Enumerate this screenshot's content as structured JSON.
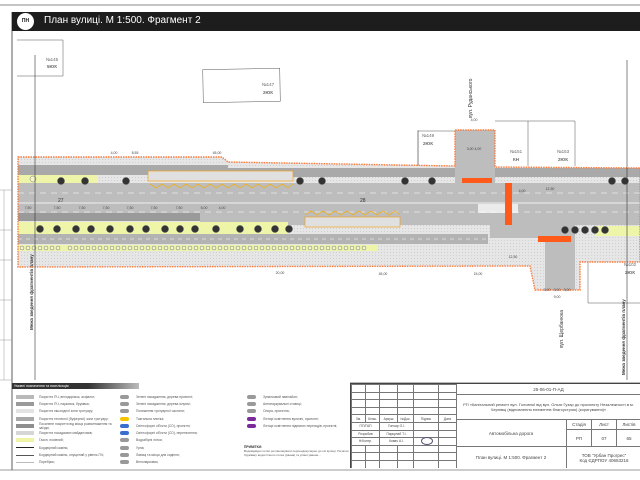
{
  "header": {
    "title": "План вулиці. М 1:500. Фрагмент 2",
    "logo": "ПН"
  },
  "buildings": [
    {
      "num": "№145",
      "type": "5ЮК"
    },
    {
      "num": "№147",
      "type": "2ЮК"
    },
    {
      "num": "№149",
      "type": "2ЮК"
    },
    {
      "num": "№151",
      "type": "КН"
    },
    {
      "num": "№153",
      "type": "2ЮК"
    },
    {
      "num": "№102",
      "type": "2ЮК"
    }
  ],
  "streets": {
    "north": "вул. Руданського",
    "south": "вул. Щербанюка"
  },
  "boundary_label": "Межа зведення фрагментів плану",
  "pickets": [
    "27",
    "28"
  ],
  "dimensions": {
    "top": [
      "4,00",
      "8,55",
      "45,00"
    ],
    "median": [
      "7,50",
      "7,50",
      "7,50",
      "7,50",
      "7,50",
      "7,50",
      "7,50",
      "5,00",
      "4,00"
    ],
    "bottom": [
      "20,00",
      "45,00",
      "15,00"
    ],
    "intersection": [
      "4,00",
      "3,00 4,00",
      "12,50",
      "4,00",
      "12,50",
      "3,00",
      "3,00",
      "3,00",
      "9,00"
    ]
  },
  "legend": {
    "title": "Умовні позначення та експлікація:",
    "col1": [
      {
        "label": "Покриття ПЧ, велодоріжок, асфальт;",
        "color": "#b9b9b9"
      },
      {
        "label": "Покриття ПЧ, парковок, бруківка;",
        "color": "#9a9a9a"
      },
      {
        "label": "Покриття пішохідної зони тротуару;",
        "color": "#e3e3e3"
      },
      {
        "label": "Покриття технічної (буферної) зони тротуару;",
        "color": "#a8a8a8"
      },
      {
        "label": "Посилене покриття від місця розвантаження та заїзди;",
        "color": "#8e8e8e"
      },
      {
        "label": "Покриття посадкових майданчиків;",
        "color": "#d6d6d6"
      },
      {
        "label": "Газон, посівний;",
        "color": "#eef5a8"
      },
      {
        "label": "Бордюрний камінь;",
        "color": "#222222"
      },
      {
        "label": "Бордюрний камінь, опущений у рівень ПЧ;",
        "color": "#555555"
      },
      {
        "label": "Поребрик;",
        "color": "#bbbbbb"
      }
    ],
    "col2": [
      {
        "label": "Зелені насадження, дерева проектні;",
        "icon": "tree-proposed-icon"
      },
      {
        "label": "Зелені насадження, дерева існуючі;",
        "icon": "tree-existing-icon"
      },
      {
        "label": "Пониження тротуарної частини;",
        "icon": "curb-ramp-icon"
      },
      {
        "label": "Тактильна плитка;",
        "icon": "tactile-tile-icon"
      },
      {
        "label": "Світлофорні об'єкти (СО), проектні;",
        "icon": "traffic-light-icon"
      },
      {
        "label": "Світлофорні об'єкти (СО), перенесення;",
        "icon": "traffic-light-moved-icon"
      },
      {
        "label": "Водозбірні лотки;",
        "icon": "drain-icon"
      },
      {
        "label": "Урна;",
        "icon": "bin-icon"
      },
      {
        "label": "Лавиці та місця для сидіння;",
        "icon": "bench-icon"
      },
      {
        "label": "Велопарковки;",
        "icon": "bike-parking-icon"
      }
    ],
    "col3": [
      {
        "label": "Зупинковий павільйон;",
        "icon": "bus-shelter-icon"
      },
      {
        "label": "Антипаркувальні стовпці;",
        "icon": "bollard-icon"
      },
      {
        "label": "Опора, проектна;",
        "icon": "pole-icon"
      },
      {
        "label": "Ліхтарі освітлення вуличні, проектні;",
        "icon": "street-lamp-icon"
      },
      {
        "label": "Ліхтарі освітлення підвісних переходів, проектні;",
        "icon": "crossing-lamp-icon"
      }
    ],
    "notes_title": "ПРИМІТКИ:",
    "notes_text": "Водовідвідні лотки розташовувати перпендикулярно до осі вулиці. Початок бруківаку водостічного лотка (рвана) та улаштування..."
  },
  "title_block": {
    "code": "25-06-01-П-АД",
    "project": "РП «Капітальний ремонт вул. Головної від вул. Ольги Гузар до проспекту Незалежності в м. Чернівці (відновлення елементів благоустрою) (коригування)»",
    "section": "Автомобільна дорога",
    "stage_headers": [
      "Стадія",
      "Лист",
      "Листів"
    ],
    "stage_values": [
      "РП",
      "07",
      "65"
    ],
    "sheet_title": "План вулиці. М 1:500. Фрагмент 2",
    "org": "ТОВ \"Урбан Прогрес\"",
    "org_code": "Код ЄДРПОУ 40653216",
    "col_headers": [
      "Зм.",
      "Кільк.",
      "Аркуш",
      "№Док.",
      "Підпис",
      "Дата"
    ],
    "staff": [
      {
        "role": "ГІП/ГАП",
        "name": "Гончар О.І."
      },
      {
        "role": "Розробив",
        "name": "Паркулаб Т.І."
      },
      {
        "role": "Н/Контр.",
        "name": "Ковач А.І."
      }
    ]
  }
}
